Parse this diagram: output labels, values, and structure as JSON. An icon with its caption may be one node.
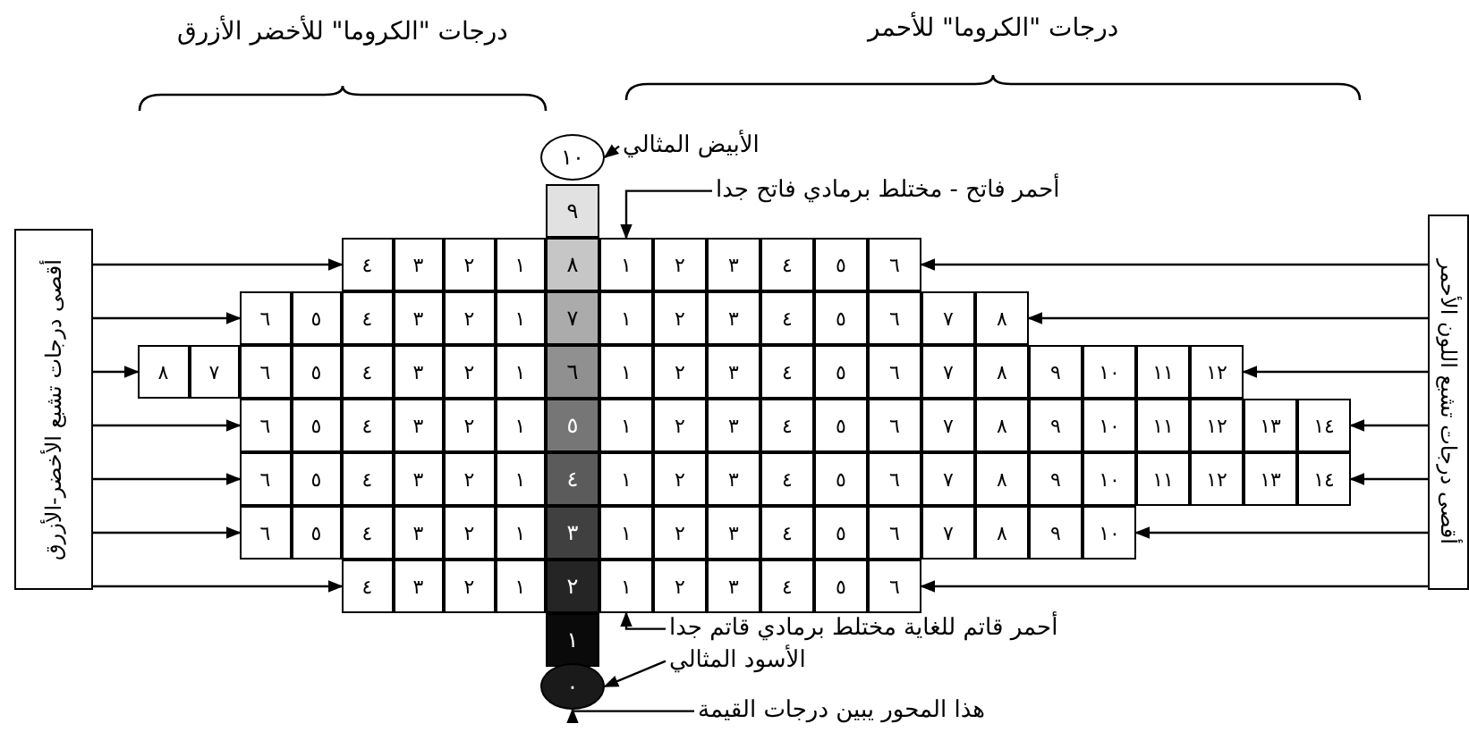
{
  "diagram": {
    "nodes": [
      {
        "text": [
          "أقصى درجات تشبع الأخضر-الأزرق"
        ]
      },
      {
        "text": [
          "أقصى درجات تشبع اللون الأحمر"
        ]
      },
      {
        "text": [
          "١٠"
        ]
      },
      {
        "text": [
          "٩",
          "٨",
          "٧",
          "٦",
          "٥",
          "٤",
          "٣",
          "٢",
          "١"
        ]
      },
      {
        "text": [
          "٠"
        ]
      },
      {
        "text": [
          "٦",
          "٥",
          "٤",
          "٣",
          "٢",
          "١"
        ]
      },
      {
        "text": [
          "٨",
          "٧",
          "٦",
          "٥",
          "٤",
          "٣",
          "٢",
          "١"
        ]
      },
      {
        "text": [
          "١٢",
          "١١",
          "١٠",
          "٩",
          "٨",
          "٧",
          "٦",
          "٥",
          "٤",
          "٣",
          "٢",
          "١"
        ]
      },
      {
        "text": [
          "١٤",
          "١٣",
          "١٢",
          "١١",
          "١٠",
          "٩",
          "٨",
          "٧",
          "٦",
          "٥",
          "٤",
          "٣",
          "٢",
          "١"
        ]
      },
      {
        "text": [
          "١٤",
          "١٣",
          "١٢",
          "١١",
          "١٠",
          "٩",
          "٨",
          "٧",
          "٦",
          "٥",
          "٤",
          "٣",
          "٢",
          "١"
        ]
      },
      {
        "text": [
          "١٠",
          "٩",
          "٨",
          "٧",
          "٦",
          "٥",
          "٤",
          "٣",
          "٢",
          "١"
        ]
      },
      {
        "text": [
          "٦",
          "٥",
          "٤",
          "٣",
          "٢",
          "١"
        ]
      },
      {
        "text": [
          "١",
          "٢",
          "٣",
          "٤"
        ]
      },
      {
        "text": [
          "١",
          "٢",
          "٣",
          "٤",
          "٥",
          "٦"
        ]
      },
      {
        "text": [
          "١",
          "٢",
          "٣",
          "٤",
          "٥",
          "٦",
          "٧",
          "٨"
        ]
      },
      {
        "text": [
          "١",
          "٢",
          "٣",
          "٤",
          "٥",
          "٦"
        ]
      },
      {
        "text": [
          "١",
          "٢",
          "٣",
          "٤",
          "٥",
          "٦"
        ]
      },
      {
        "text": [
          "١",
          "٢",
          "٣",
          "٤",
          "٥",
          "٦"
        ]
      },
      {
        "text": [
          "١",
          "٢",
          "٣",
          "٤"
        ]
      },
      {
        "text": [
          "الأبيض المثالي"
        ]
      },
      {
        "text": [
          "أحمر فاتح - مختلط برمادي فاتح جدا"
        ]
      },
      {
        "text": [
          "أحمر قاتم للغاية مختلط برمادي قاتم جدا"
        ]
      },
      {
        "text": [
          "الأسود المثالي"
        ]
      },
      {
        "text": [
          "هذا المحور يبين درجات القيمة"
        ]
      }
    ],
    "edges": [
      {
        "from": 0,
        "to": 12,
        "arrow": "to"
      },
      {
        "from": 0,
        "to": 13,
        "arrow": "to"
      },
      {
        "from": 0,
        "to": 14,
        "arrow": "to"
      },
      {
        "from": 0,
        "to": 15,
        "arrow": "to"
      },
      {
        "from": 0,
        "to": 16,
        "arrow": "to"
      },
      {
        "from": 0,
        "to": 17,
        "arrow": "to"
      },
      {
        "from": 0,
        "to": 18,
        "arrow": "to"
      },
      {
        "from": 1,
        "to": 5,
        "arrow": "to"
      },
      {
        "from": 1,
        "to": 6,
        "arrow": "to"
      },
      {
        "from": 1,
        "to": 7,
        "arrow": "to"
      },
      {
        "from": 1,
        "to": 8,
        "arrow": "to"
      },
      {
        "from": 1,
        "to": 9,
        "arrow": "to"
      },
      {
        "from": 1,
        "to": 10,
        "arrow": "to"
      },
      {
        "from": 1,
        "to": 11,
        "arrow": "to"
      },
      {
        "from": 19,
        "to": 2,
        "arrow": "to"
      },
      {
        "from": 20,
        "to": 5,
        "arrow": "to"
      },
      {
        "from": 21,
        "to": 11,
        "arrow": "to"
      },
      {
        "from": 22,
        "to": 4,
        "arrow": "to"
      },
      {
        "from": 23,
        "to": 4,
        "arrow": "to"
      }
    ],
    "labels": [
      "درجات \"الكروما\" للأخضر الأزرق",
      "درجات \"الكروما\" للأحمر"
    ]
  }
}
